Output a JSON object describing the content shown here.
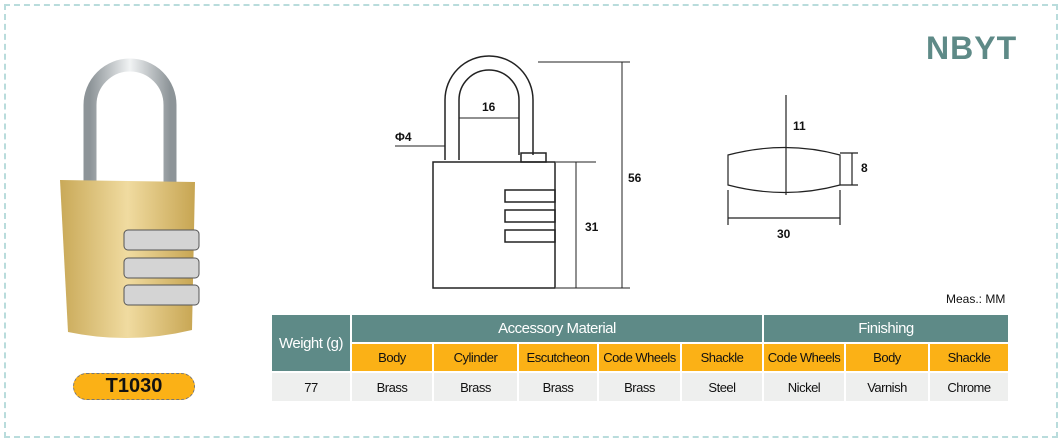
{
  "brand": "NBYT",
  "model": "T1030",
  "measurement_unit": "Meas.: MM",
  "dimensions": {
    "shackle_diameter": "Φ4",
    "shackle_width": "16",
    "total_height": "56",
    "body_height": "31",
    "wheel_gap": "11",
    "wheel_height": "8",
    "wheel_width": "30"
  },
  "table": {
    "weight_header": "Weight (g)",
    "groups": [
      "Accessory Material",
      "Finishing"
    ],
    "subheaders": [
      "Body",
      "Cylinder",
      "Escutcheon",
      "Code Wheels",
      "Shackle",
      "Code Wheels",
      "Body",
      "Shackle"
    ],
    "row": [
      "77",
      "Brass",
      "Brass",
      "Brass",
      "Brass",
      "Steel",
      "Nickel",
      "Varnish",
      "Chrome"
    ]
  },
  "colors": {
    "teal": "#5e8a87",
    "orange": "#fbb116"
  }
}
